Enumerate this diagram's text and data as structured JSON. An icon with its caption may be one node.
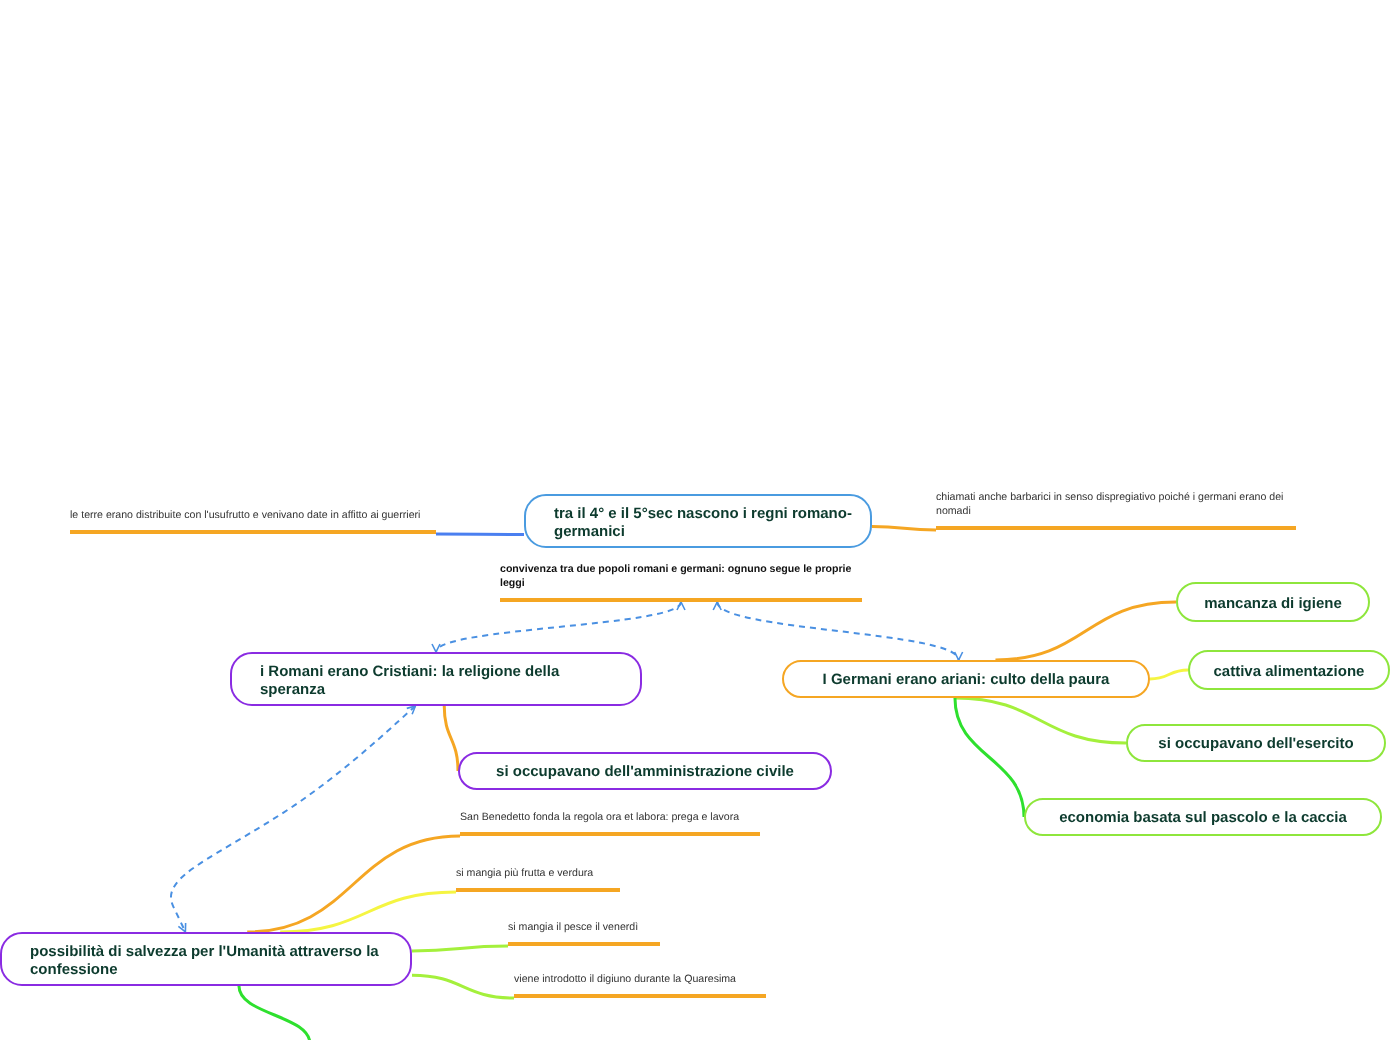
{
  "diagram": {
    "nodes": [
      {
        "text": [
          "tra il 4° e il 5°sec nascono i regni romano-germanici"
        ]
      },
      {
        "text": [
          "le terre erano distribuite con l'usufrutto e venivano date in affitto ai guerrieri"
        ]
      },
      {
        "text": [
          "chiamati anche barbarici in senso dispregiativo poiché i germani erano dei nomadi"
        ]
      },
      {
        "text": [
          "convivenza tra due popoli romani e germani: ognuno segue le proprie leggi"
        ]
      },
      {
        "text": [
          "i Romani erano Cristiani: la religione della speranza"
        ]
      },
      {
        "text": [
          "I Germani erano ariani: culto della paura"
        ]
      },
      {
        "text": [
          "si occupavano dell'amministrazione civile"
        ]
      },
      {
        "text": [
          "mancanza di igiene"
        ]
      },
      {
        "text": [
          "cattiva alimentazione"
        ]
      },
      {
        "text": [
          "si occupavano dell'esercito"
        ]
      },
      {
        "text": [
          "economia basata sul pascolo e la caccia"
        ]
      },
      {
        "text": [
          "possibilità di salvezza per l'Umanità attraverso la confessione"
        ]
      },
      {
        "text": [
          "San Benedetto fonda la regola ora et labora: prega e lavora"
        ]
      },
      {
        "text": [
          "si mangia più frutta e verdura"
        ]
      },
      {
        "text": [
          "si mangia il pesce il venerdì"
        ]
      },
      {
        "text": [
          "viene introdotto il digiuno durante la Quaresima"
        ]
      }
    ],
    "edges": [
      {
        "from": 0,
        "to": 1,
        "arrow": "none",
        "color": "#4a7ff0"
      },
      {
        "from": 0,
        "to": 2,
        "arrow": "none"
      },
      {
        "from": 3,
        "to": 4,
        "arrow": "both",
        "style": "dashed",
        "color": "#4a90e2"
      },
      {
        "from": 3,
        "to": 5,
        "arrow": "both",
        "style": "dashed",
        "color": "#4a90e2"
      },
      {
        "from": 4,
        "to": 6,
        "arrow": "none"
      },
      {
        "from": 5,
        "to": 7,
        "arrow": "none"
      },
      {
        "from": 5,
        "to": 8,
        "arrow": "none",
        "color": "#f5f542"
      },
      {
        "from": 5,
        "to": 9,
        "arrow": "none",
        "color": "#a4f03c"
      },
      {
        "from": 5,
        "to": 10,
        "arrow": "none",
        "color": "#2ee02e"
      },
      {
        "from": 4,
        "to": 11,
        "arrow": "both",
        "style": "dashed",
        "color": "#4a90e2"
      },
      {
        "from": 11,
        "to": 12,
        "arrow": "none"
      },
      {
        "from": 11,
        "to": 13,
        "arrow": "none",
        "color": "#f5f542"
      },
      {
        "from": 11,
        "to": 14,
        "arrow": "none",
        "color": "#a4f03c"
      },
      {
        "from": 11,
        "to": 15,
        "arrow": "none",
        "color": "#a4f03c"
      },
      {
        "from": 11,
        "to": null,
        "arrow": "none",
        "color": "#2ee02e"
      }
    ]
  }
}
